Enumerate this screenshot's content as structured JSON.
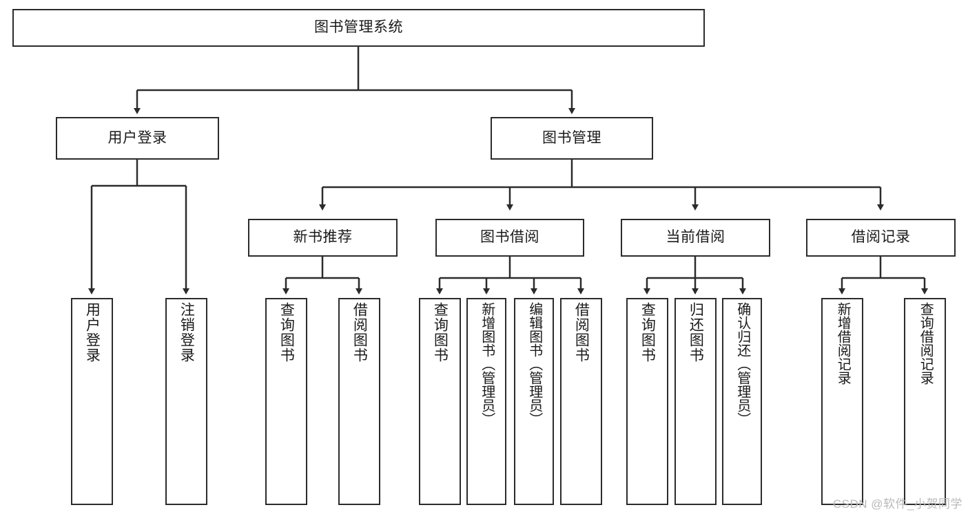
{
  "diagram": {
    "type": "hierarchy-tree",
    "title": "图书管理系统",
    "watermark": "CSDN @软件_小贺同学",
    "colors": {
      "stroke": "#2b2b2b",
      "fill": "#ffffff",
      "text": "#1a1a1a",
      "watermark": "#b9b9b9"
    },
    "levels": {
      "root": {
        "label": "图书管理系统"
      },
      "level2": [
        {
          "id": "user-login",
          "label": "用户登录"
        },
        {
          "id": "book-manage",
          "label": "图书管理"
        }
      ],
      "level3": [
        {
          "id": "new-book-rec",
          "label": "新书推荐"
        },
        {
          "id": "book-borrow",
          "label": "图书借阅"
        },
        {
          "id": "current-borrow",
          "label": "当前借阅"
        },
        {
          "id": "borrow-record",
          "label": "借阅记录"
        }
      ],
      "leaves": [
        {
          "id": "leaf-user-login",
          "label": "用户登录",
          "parent": "user-login"
        },
        {
          "id": "leaf-logout",
          "label": "注销登录",
          "parent": "user-login"
        },
        {
          "id": "leaf-query-book-1",
          "label": "查询图书",
          "parent": "new-book-rec"
        },
        {
          "id": "leaf-borrow-book-1",
          "label": "借阅图书",
          "parent": "new-book-rec"
        },
        {
          "id": "leaf-query-book-2",
          "label": "查询图书",
          "parent": "book-borrow"
        },
        {
          "id": "leaf-add-book",
          "label": "新增图书（管理员）",
          "parent": "book-borrow"
        },
        {
          "id": "leaf-edit-book",
          "label": "编辑图书（管理员）",
          "parent": "book-borrow"
        },
        {
          "id": "leaf-borrow-book-2",
          "label": "借阅图书",
          "parent": "book-borrow"
        },
        {
          "id": "leaf-query-book-3",
          "label": "查询图书",
          "parent": "current-borrow"
        },
        {
          "id": "leaf-return-book",
          "label": "归还图书",
          "parent": "current-borrow"
        },
        {
          "id": "leaf-confirm-return",
          "label": "确认归还（管理员）",
          "parent": "current-borrow"
        },
        {
          "id": "leaf-add-record",
          "label": "新增借阅记录",
          "parent": "borrow-record"
        },
        {
          "id": "leaf-query-record",
          "label": "查询借阅记录",
          "parent": "borrow-record"
        }
      ]
    }
  }
}
